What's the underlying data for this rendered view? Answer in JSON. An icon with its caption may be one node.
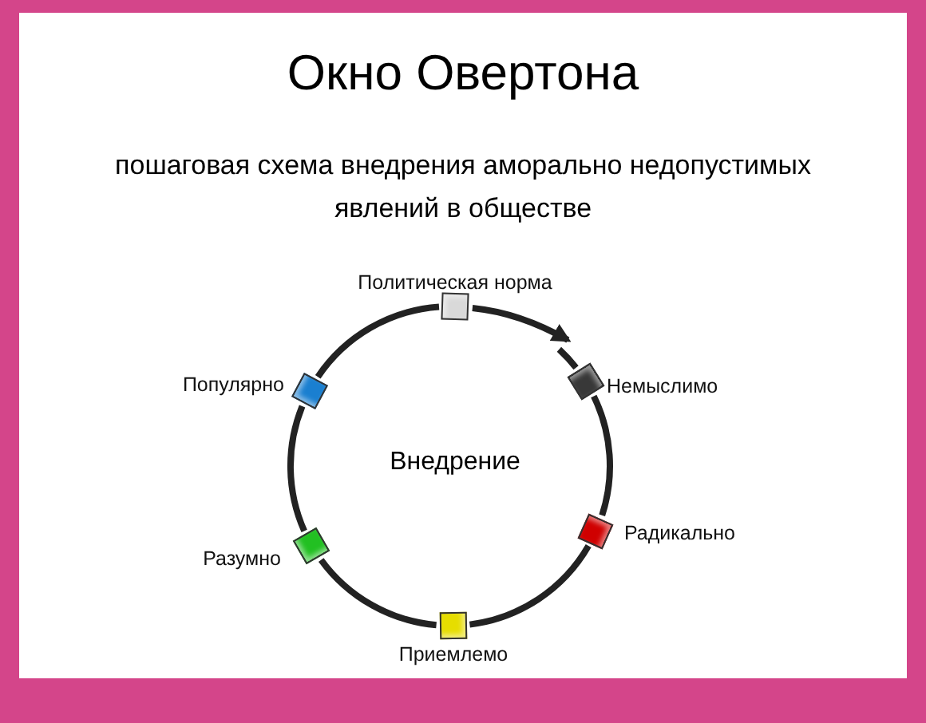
{
  "diagram": {
    "title": "Окно Овертона",
    "nodes": [
      {
        "text": [],
        "shape": "box",
        "beside": [
          "Немыслимо"
        ]
      },
      {
        "text": [],
        "shape": "box",
        "beside": [
          "Радикально"
        ]
      },
      {
        "text": [],
        "shape": "box",
        "beside": [
          "Приемлемо"
        ]
      },
      {
        "text": [],
        "shape": "box",
        "beside": [
          "Разумно"
        ]
      },
      {
        "text": [],
        "shape": "box",
        "beside": [
          "Популярно"
        ]
      },
      {
        "text": [],
        "shape": "box",
        "beside": [
          "Политическая норма"
        ]
      }
    ],
    "edges": [
      {
        "from": null,
        "to": 0,
        "arrow": "none"
      },
      {
        "from": 0,
        "to": 1,
        "arrow": "none"
      },
      {
        "from": 1,
        "to": 2,
        "arrow": "none"
      },
      {
        "from": 2,
        "to": 3,
        "arrow": "none"
      },
      {
        "from": 3,
        "to": 4,
        "arrow": "none"
      },
      {
        "from": 4,
        "to": 5,
        "arrow": "none"
      },
      {
        "from": 5,
        "to": 0,
        "arrow": "to"
      }
    ],
    "labels": [
      "пошаговая схема внедрения аморально недопустимых явлений в обществе",
      "Внедрение"
    ]
  }
}
